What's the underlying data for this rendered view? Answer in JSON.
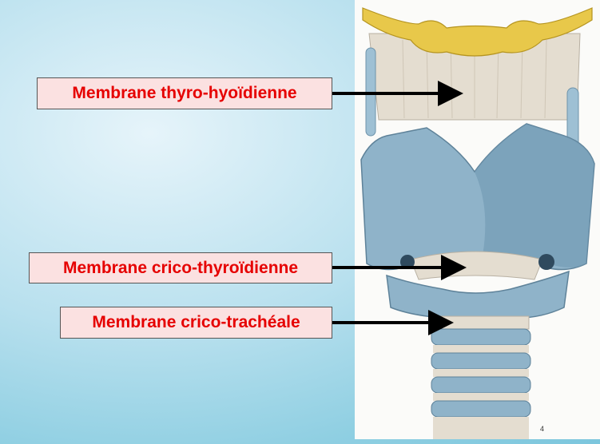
{
  "labels": {
    "thyro_hyoid": "Membrane thyro-hyoïdienne",
    "crico_thyroid": "Membrane crico-thyroïdienne",
    "crico_tracheal": "Membrane crico-trachéale"
  },
  "page_number": "4",
  "colors": {
    "label_text": "#e60000",
    "label_background": "#fbe1e1",
    "cartilage": "#8fb3c9",
    "hyoid_bone": "#e8c84a",
    "membrane": "#e4ddd0"
  }
}
